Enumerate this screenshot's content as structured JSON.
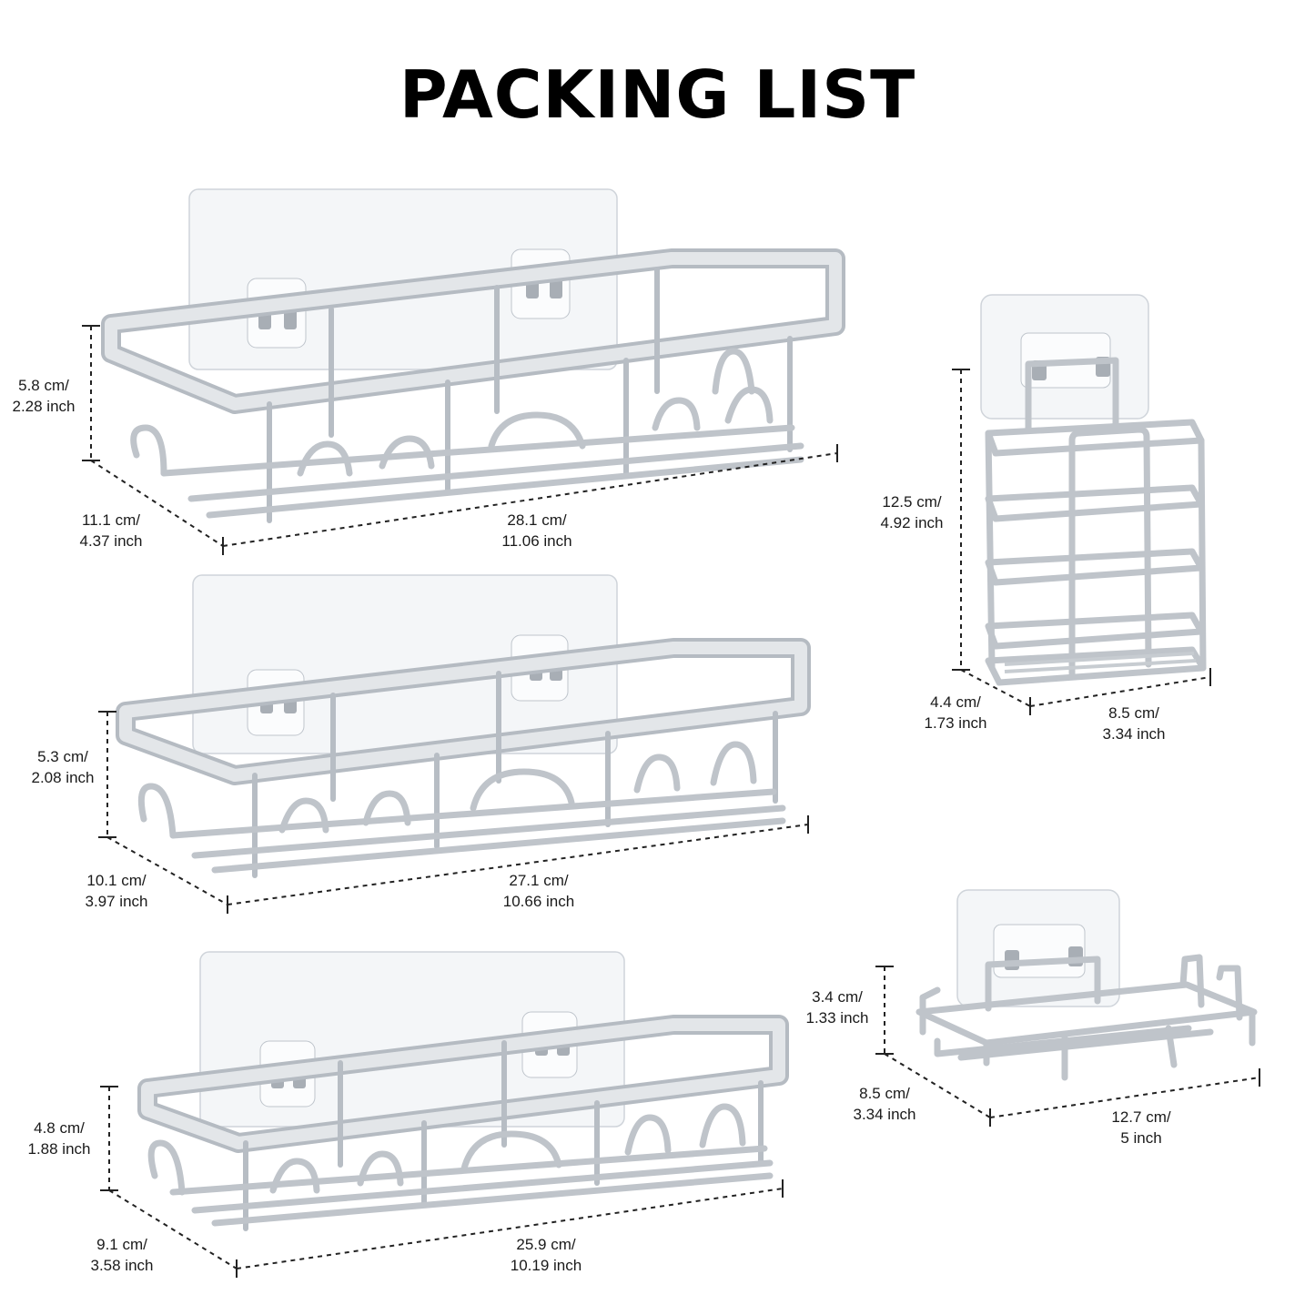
{
  "title": "PACKING LIST",
  "colors": {
    "metal": "#cfd3d8",
    "metal_edge": "#9aa1a8",
    "adhesive": "#f3f5f7",
    "adhesive_edge": "#c9cfd5",
    "dim_line": "#222222"
  },
  "products": [
    {
      "id": "large-shelf",
      "height": {
        "cm": "5.8 cm/",
        "inch": "2.28 inch"
      },
      "depth": {
        "cm": "11.1 cm/",
        "inch": "4.37 inch"
      },
      "width": {
        "cm": "28.1 cm/",
        "inch": "11.06 inch"
      }
    },
    {
      "id": "medium-shelf",
      "height": {
        "cm": "5.3 cm/",
        "inch": "2.08 inch"
      },
      "depth": {
        "cm": "10.1 cm/",
        "inch": "3.97 inch"
      },
      "width": {
        "cm": "27.1 cm/",
        "inch": "10.66 inch"
      }
    },
    {
      "id": "small-shelf",
      "height": {
        "cm": "4.8 cm/",
        "inch": "1.88 inch"
      },
      "depth": {
        "cm": "9.1 cm/",
        "inch": "3.58 inch"
      },
      "width": {
        "cm": "25.9 cm/",
        "inch": "10.19 inch"
      }
    },
    {
      "id": "tall-holder",
      "height": {
        "cm": "12.5 cm/",
        "inch": "4.92 inch"
      },
      "depth": {
        "cm": "4.4 cm/",
        "inch": "1.73 inch"
      },
      "width": {
        "cm": "8.5 cm/",
        "inch": "3.34 inch"
      }
    },
    {
      "id": "soap-dish",
      "height": {
        "cm": "3.4 cm/",
        "inch": "1.33 inch"
      },
      "depth": {
        "cm": "8.5 cm/",
        "inch": "3.34 inch"
      },
      "width": {
        "cm": "12.7 cm/",
        "inch": "5 inch"
      }
    }
  ]
}
